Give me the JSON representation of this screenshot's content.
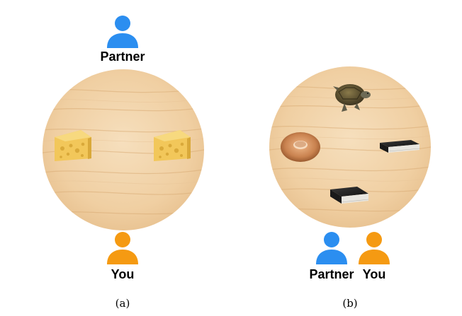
{
  "panel_a": {
    "top_person_label": "Partner",
    "bottom_person_label": "You",
    "caption": "(a)",
    "objects": [
      {
        "name": "cheese-icon"
      },
      {
        "name": "cheese-icon"
      }
    ]
  },
  "panel_b": {
    "person_left_label": "Partner",
    "person_right_label": "You",
    "caption": "(b)",
    "objects": [
      {
        "name": "turtle-icon"
      },
      {
        "name": "donut-icon"
      },
      {
        "name": "book-icon"
      },
      {
        "name": "book-icon"
      }
    ]
  },
  "colors": {
    "partner": "#2b8ef0",
    "you": "#f59a12",
    "wood_light": "#f3d7b0",
    "wood_dark": "#e3bb8a"
  }
}
